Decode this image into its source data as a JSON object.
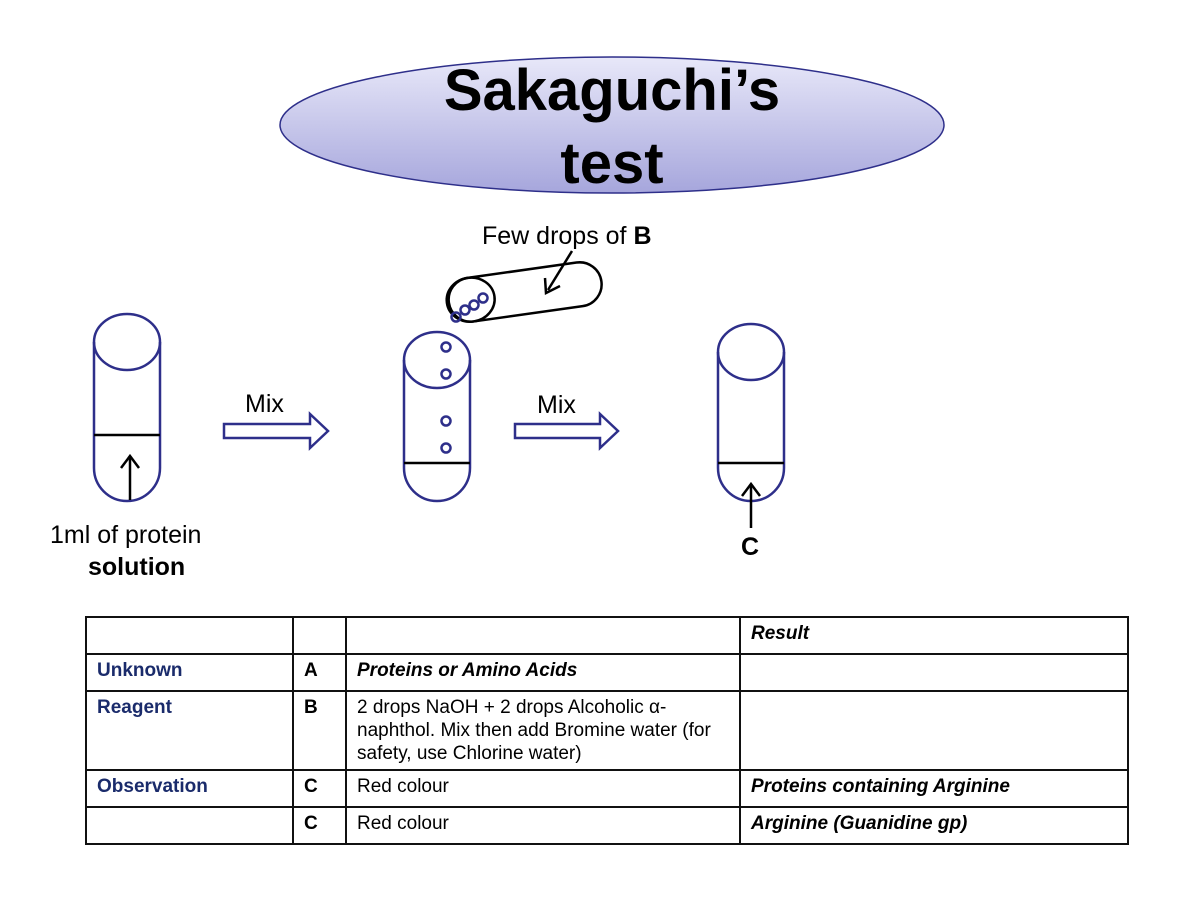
{
  "title": {
    "line1": "Sakaguchi’s",
    "line2": "test"
  },
  "colors": {
    "tube_stroke": "#2e2f8a",
    "ellipse_top": "#e6e6f8",
    "ellipse_bottom": "#a8a8de",
    "label_navy": "#1a2b6b"
  },
  "diagram": {
    "dropper_label_prefix": "Few drops of ",
    "dropper_label_bold": "B",
    "arrow1_label": "Mix",
    "arrow2_label": "Mix",
    "tube1_label_line1": "1ml of protein",
    "tube1_label_line2": "solution",
    "tube3_label": "C"
  },
  "table": {
    "header": [
      "",
      "",
      "",
      "Result"
    ],
    "rows": [
      {
        "label": "Unknown",
        "code": "A",
        "desc": "Proteins or Amino Acids",
        "result": ""
      },
      {
        "label": "Reagent",
        "code": "B",
        "desc": "2 drops NaOH + 2 drops Alcoholic α-naphthol. Mix then add Bromine water (for safety, use Chlorine water)",
        "result": ""
      },
      {
        "label": "Observation",
        "code": "C",
        "desc": "Red colour",
        "result": "Proteins containing Arginine"
      },
      {
        "label": "",
        "code": "C",
        "desc": "Red colour",
        "result": "Arginine (Guanidine gp)"
      }
    ]
  }
}
